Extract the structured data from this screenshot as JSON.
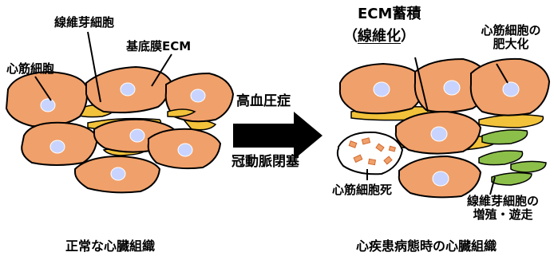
{
  "colors": {
    "cardiomyocyte": "#f0a06a",
    "nucleus": "#c8d4ff",
    "ecm": "#f2c23a",
    "fibroblast_green": "#8cbf4a",
    "outline": "#000000"
  },
  "left_panel": {
    "caption": "正常な心臓組織",
    "labels": {
      "fibroblast": "線維芽細胞",
      "basement_membrane": "基底膜ECM",
      "cardiomyocyte": "心筋細胞"
    }
  },
  "arrow": {
    "top_label": "高血圧症",
    "bottom_label": "冠動脈閉塞"
  },
  "right_panel": {
    "caption": "心疾患病態時の心臓組織",
    "labels": {
      "ecm_title": "ECM蓄積",
      "fibrosis_open": "（",
      "fibrosis": "線維化",
      "fibrosis_close": "）",
      "hypertrophy_line1": "心筋細胞の",
      "hypertrophy_line2": "肥大化",
      "cell_death": "心筋細胞死",
      "fib_prolif_line1": "線維芽細胞の",
      "fib_prolif_line2": "増殖・遊走"
    }
  }
}
